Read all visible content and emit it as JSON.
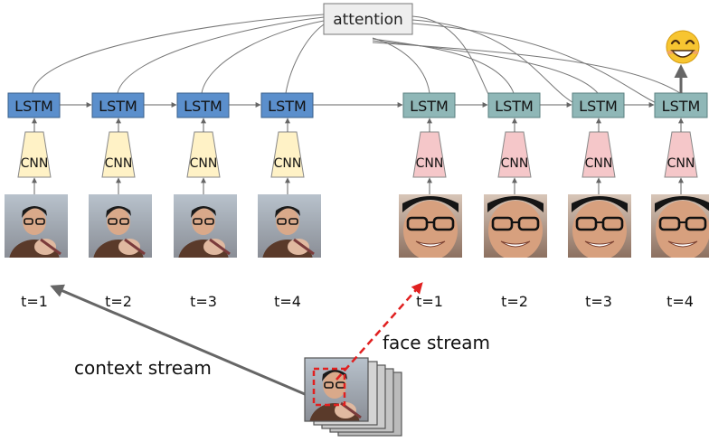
{
  "attention": {
    "label": "attention"
  },
  "context": {
    "lstm_label": "LSTM",
    "cnn_label": "CNN",
    "time_labels": [
      "t=1",
      "t=2",
      "t=3",
      "t=4"
    ],
    "stream_label": "context stream",
    "cnn_color": "#fff2c6",
    "lstm_color": "#5b8fcc"
  },
  "face": {
    "lstm_label": "LSTM",
    "cnn_label": "CNN",
    "time_labels": [
      "t=1",
      "t=2",
      "t=3",
      "t=4"
    ],
    "stream_label": "face stream",
    "cnn_color": "#f5c7c9",
    "lstm_color": "#8fb7b7"
  },
  "output_icon": "smiley-emoji-icon",
  "colors": {
    "attention_fill": "#eeeeee",
    "arrow_gray": "#707070",
    "crop_red": "#e02020"
  }
}
